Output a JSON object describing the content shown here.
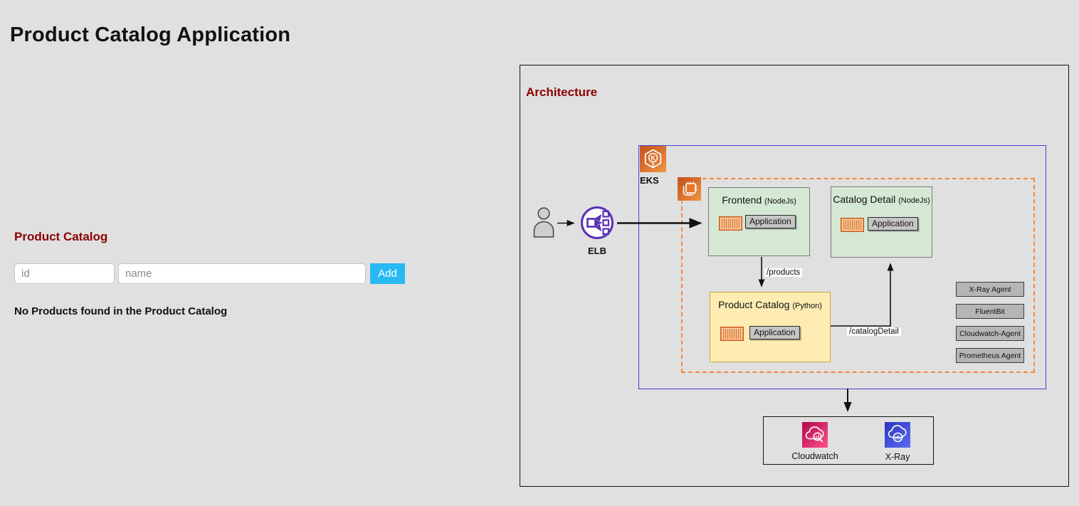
{
  "page": {
    "title": "Product Catalog Application"
  },
  "catalog": {
    "heading": "Product Catalog",
    "id_placeholder": "id",
    "name_placeholder": "name",
    "add_label": "Add",
    "empty_message": "No Products found in the Product Catalog"
  },
  "architecture": {
    "heading": "Architecture",
    "elb_label": "ELB",
    "eks_label": "EKS",
    "services": [
      {
        "name": "Frontend",
        "runtime": "(NodeJs)",
        "app_label": "Application"
      },
      {
        "name": "Catalog Detail",
        "runtime": "(NodeJs)",
        "app_label": "Application"
      },
      {
        "name": "Product Catalog",
        "runtime": "(Python)",
        "app_label": "Application"
      }
    ],
    "edges": {
      "products": "/products",
      "catalog_detail": "/catalogDetail"
    },
    "agents": [
      "X-Ray Agent",
      "FluentBit",
      "Cloudwatch-Agent",
      "Prometheus Agent"
    ],
    "monitoring": [
      {
        "label": "Cloudwatch"
      },
      {
        "label": "X-Ray"
      }
    ]
  },
  "colors": {
    "page_bg": "#e0e0e0",
    "heading_red": "#8b0000",
    "add_button": "#29b9f2",
    "eks_border_blue": "#4743d6",
    "pod_dashed_orange": "#f5883a",
    "node_green": "#d5e8d4",
    "node_yellow": "#ffecb3",
    "agent_gray": "#b5b5b5",
    "elb_purple": "#5a30b5",
    "aws_orange_dark": "#c1511d",
    "aws_orange_light": "#f09440",
    "cloudwatch_pink": "#d6306a",
    "xray_blue": "#4048d0"
  }
}
